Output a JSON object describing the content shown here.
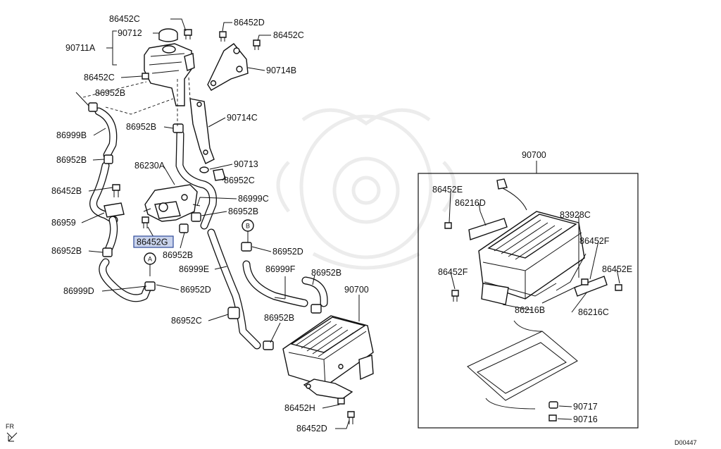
{
  "diagram_code": "D00447",
  "front_indicator": "FR",
  "highlighted_part": "86452G",
  "callouts": {
    "A": "A",
    "B": "B"
  },
  "labels": {
    "p86452C_top": "86452C",
    "p90712": "90712",
    "p90711A": "90711A",
    "p86452D_top": "86452D",
    "p86452C_topright": "86452C",
    "p90714B": "90714B",
    "p86452C_left": "86452C",
    "p86952B_1": "86952B",
    "p90714C": "90714C",
    "p86999B": "86999B",
    "p86952B_2": "86952B",
    "p86952B_3": "86952B",
    "p90713": "90713",
    "p86230A": "86230A",
    "p86952C_1": "86952C",
    "p86452B": "86452B",
    "p86999C": "86999C",
    "p86952B_4": "86952B",
    "p86959": "86959",
    "p86452G": "86452G",
    "p86952B_5": "86952B",
    "p86952B_6": "86952B",
    "p86952D_1": "86952D",
    "p86999E": "86999E",
    "p86999F": "86999F",
    "p86952B_7": "86952B",
    "p86999D": "86999D",
    "p86952D_2": "86952D",
    "p90700_main": "90700",
    "p86952C_2": "86952C",
    "p86952B_8": "86952B",
    "p86452H": "86452H",
    "p86452D_bottom": "86452D",
    "p90700_box": "90700",
    "p86452E_1": "86452E",
    "p86216D": "86216D",
    "p83928C": "83928C",
    "p86452F_1": "86452F",
    "p86452F_2": "86452F",
    "p86452E_2": "86452E",
    "p86216B": "86216B",
    "p86216C": "86216C",
    "p90717": "90717",
    "p90716": "90716"
  }
}
